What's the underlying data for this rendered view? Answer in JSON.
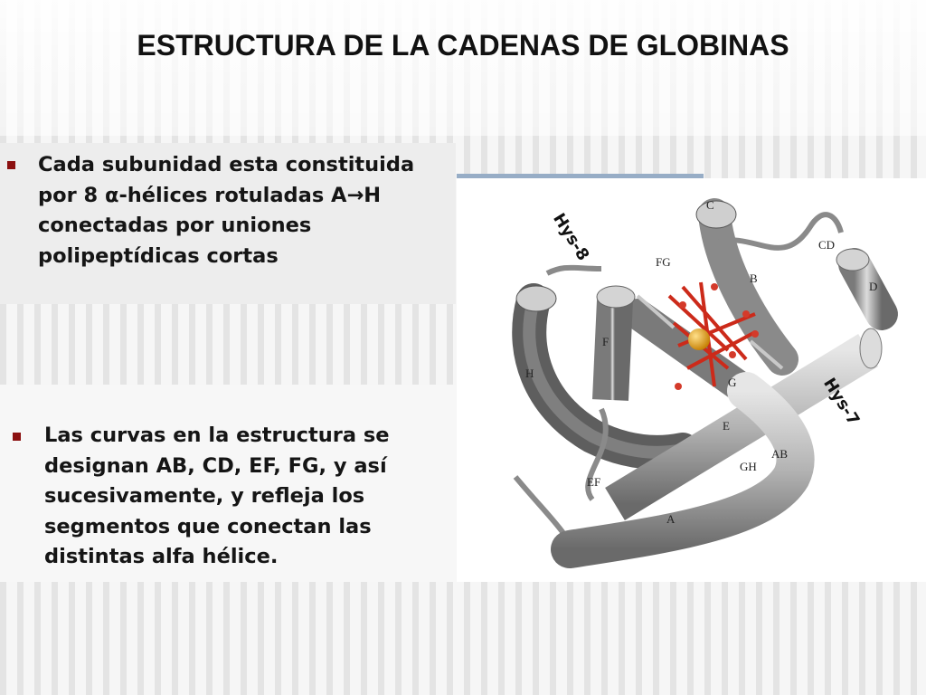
{
  "title": "ESTRUCTURA DE LA CADENAS DE GLOBINAS",
  "bullets": [
    {
      "text": "Cada subunidad esta constituida por 8 α-hélices rotuladas A→H conectadas por uniones polipeptídicas cortas"
    },
    {
      "text": "Las curvas en la estructura se designan AB, CD, EF, FG, y así sucesivamente, y refleja los segmentos que conectan las distintas alfa hélice."
    }
  ],
  "figure": {
    "helix_labels": [
      "C",
      "CD",
      "FG",
      "B",
      "D",
      "F",
      "H",
      "G",
      "E",
      "EF",
      "GH",
      "AB",
      "A"
    ],
    "annotations": [
      "Hys-8",
      "Hys-7"
    ]
  },
  "colors": {
    "bullet": "#8b1010",
    "heme": "#cc2a1a",
    "iron": "#e8a317",
    "helix": "#9a9a9a"
  }
}
